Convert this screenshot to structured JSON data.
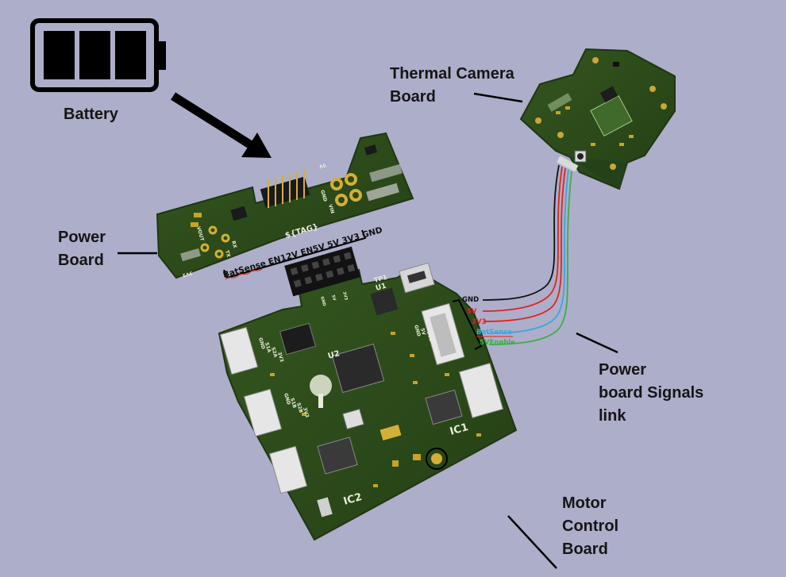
{
  "labels": {
    "battery": "Battery",
    "thermal_camera": "Thermal Camera\nBoard",
    "power_board": "Power\nBoard",
    "signals_link": "Power\nboard  Signals\nlink",
    "motor_control": "Motor\nControl\nBoard"
  },
  "header_pins": "BatSense EN12V EN5V 5V 3V3 GND",
  "wires": [
    {
      "name": "GND",
      "color": "#111111"
    },
    {
      "name": "5V",
      "color": "#e0241b"
    },
    {
      "name": "3V3",
      "color": "#e0241b"
    },
    {
      "name": "BatSense",
      "color": "#3aa7e0"
    },
    {
      "name": "5VEnable",
      "color": "#3cb043"
    }
  ],
  "silkscreen": {
    "power_board_tag": "${TAG}",
    "power_gnd": "GND",
    "power_vin": "VIN",
    "power_5v": "5V",
    "power_vout": "VOUT",
    "power_rx": "RX",
    "power_tx": "TX",
    "power_3v3": "3V3",
    "u2": "U2",
    "u1": "U1",
    "ic1": "IC1",
    "ic2": "IC2",
    "tp1": "TP1",
    "conn_gnd": "GND",
    "conn_5v": "5V",
    "conn_3v3": "3V3",
    "j_gnd": "GND",
    "j_s1a": "S1A",
    "j_s2a": "S2A",
    "j_3v3": "3V3",
    "j2_gnd": "GND",
    "j2_s1b": "S1B",
    "j2_s2b": "S2B",
    "j2_3v3": "3V3",
    "rot_gnd": "GND",
    "rot_5v": "5V",
    "rot_3v3": "3V3"
  },
  "colors": {
    "background": "#adaeca",
    "pcb": "#2d4a1c",
    "pcb_edge": "#1f3612",
    "silk": "#e9ecd9",
    "gold": "#c9a227",
    "arrow": "#000000",
    "label_text": "#151515"
  }
}
